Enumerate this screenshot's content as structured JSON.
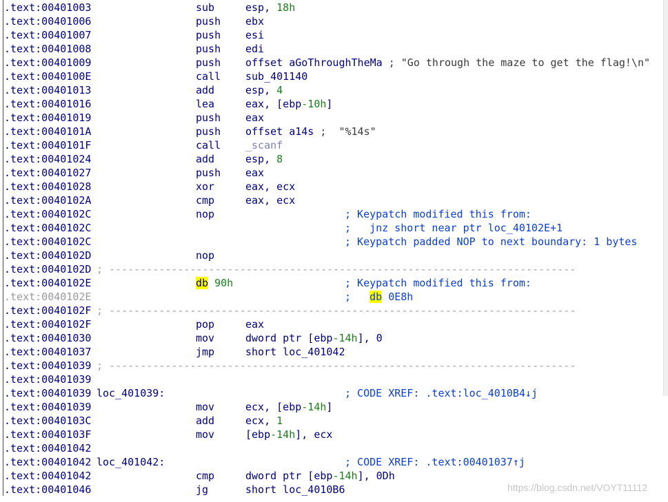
{
  "rows": [
    {
      "addr": ".text:00401003",
      "mnem": "sub",
      "ops": "esp, ",
      "num": "18h"
    },
    {
      "addr": ".text:00401006",
      "mnem": "push",
      "ops": "ebx"
    },
    {
      "addr": ".text:00401007",
      "mnem": "push",
      "ops": "esi"
    },
    {
      "addr": ".text:00401008",
      "mnem": "push",
      "ops": "edi"
    },
    {
      "addr": ".text:00401009",
      "mnem": "push",
      "ops": "offset aGoThroughTheMa",
      "comment": "; \"Go through the maze to get the flag!\\n\""
    },
    {
      "addr": ".text:0040100E",
      "mnem": "call",
      "ops": "sub_401140"
    },
    {
      "addr": ".text:00401013",
      "mnem": "add",
      "ops": "esp, ",
      "num": "4"
    },
    {
      "addr": ".text:00401016",
      "mnem": "lea",
      "ops": "eax, [ebp",
      "num": "-10h",
      "ops2": "]"
    },
    {
      "addr": ".text:00401019",
      "mnem": "push",
      "ops": "eax"
    },
    {
      "addr": ".text:0040101A",
      "mnem": "push",
      "ops": "offset a14s",
      "comment": ";  \"%14s\""
    },
    {
      "addr": ".text:0040101F",
      "mnem": "call",
      "fn": "_scanf"
    },
    {
      "addr": ".text:00401024",
      "mnem": "add",
      "ops": "esp, ",
      "num": "8"
    },
    {
      "addr": ".text:00401027",
      "mnem": "push",
      "ops": "eax"
    },
    {
      "addr": ".text:00401028",
      "mnem": "xor",
      "ops": "eax, ecx"
    },
    {
      "addr": ".text:0040102A",
      "mnem": "cmp",
      "ops": "eax, ecx"
    },
    {
      "addr": ".text:0040102C",
      "mnem": "nop",
      "bcomment": "; Keypatch modified this from:"
    },
    {
      "addr": ".text:0040102C",
      "bcomment": ";   jnz short near ptr loc_40102E+1"
    },
    {
      "addr": ".text:0040102C",
      "bcomment": "; Keypatch padded NOP to next boundary: 1 bytes"
    },
    {
      "addr": ".text:0040102D",
      "mnem": "nop"
    },
    {
      "addr": ".text:0040102D",
      "dash": "; ---------------------------------------------------------------------------"
    },
    {
      "addr": ".text:0040102E",
      "db": "db",
      "num": " 90h",
      "bcomment": "; Keypatch modified this from:"
    },
    {
      "addr": ".text:0040102E",
      "gray": true,
      "bcomment_pre": ";   ",
      "bdb": "db",
      "bcomment_post": " 0E8h"
    },
    {
      "addr": ".text:0040102F",
      "dash": "; ---------------------------------------------------------------------------"
    },
    {
      "addr": ".text:0040102F",
      "mnem": "pop",
      "ops": "eax"
    },
    {
      "addr": ".text:00401030",
      "mnem": "mov",
      "ops": "dword ptr [ebp",
      "num": "-14h",
      "ops2": "], 0"
    },
    {
      "addr": ".text:00401037",
      "mnem": "jmp",
      "ops": "short loc_401042"
    },
    {
      "addr": ".text:00401039",
      "dash": "; ---------------------------------------------------------------------------"
    },
    {
      "addr": ".text:00401039"
    },
    {
      "addr": ".text:00401039",
      "label": "loc_401039:",
      "bcomment": "; CODE XREF: .text:loc_4010B4↓j"
    },
    {
      "addr": ".text:00401039",
      "mnem": "mov",
      "ops": "ecx, [ebp",
      "num": "-14h",
      "ops2": "]"
    },
    {
      "addr": ".text:0040103C",
      "mnem": "add",
      "ops": "ecx, ",
      "num": "1"
    },
    {
      "addr": ".text:0040103F",
      "mnem": "mov",
      "ops": "[ebp",
      "num": "-14h",
      "ops2": "], ecx"
    },
    {
      "addr": ".text:00401042"
    },
    {
      "addr": ".text:00401042",
      "label": "loc_401042:",
      "bcomment": "; CODE XREF: .text:00401037↑j"
    },
    {
      "addr": ".text:00401042",
      "mnem": "cmp",
      "ops": "dword ptr [ebp",
      "num": "-14h",
      "ops2": "], 0Dh"
    },
    {
      "addr": ".text:00401046",
      "mnem": "jg",
      "ops": "short loc_4010B6"
    }
  ],
  "watermark": "https://blog.csdn.net/VOYT11112",
  "colors": {
    "address": "#000080",
    "number": "#1a7d1a",
    "comment_blue": "#0a3fd0",
    "highlight": "#ffff00"
  }
}
